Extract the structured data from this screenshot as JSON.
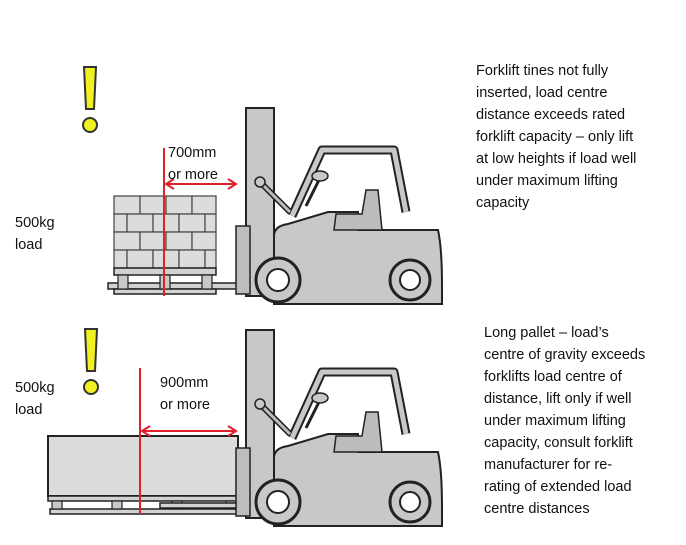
{
  "panels": [
    {
      "load_label": "500kg\nload",
      "distance_label": "700mm\nor more",
      "note": "Forklift tines not fully\ninserted, load centre\ndistance exceeds rated\nforklift capacity – only lift\nat low heights if load well\nunder maximum lifting\ncapacity"
    },
    {
      "load_label": "500kg\nload",
      "distance_label": "900mm\nor more",
      "note": "Long pallet – load’s\ncentre of gravity exceeds\nforklifts load centre of\ndistance, lift only if well\nunder maximum lifting\ncapacity, consult forklift\nmanufacturer for re-\nrating of extended load\ncentre distances"
    }
  ],
  "colors": {
    "warning": "#f0f022",
    "dimension_line": "#e0202a",
    "body": "#c8c8c8",
    "outline": "#222222"
  },
  "icons": [
    "warning-exclamation-icon",
    "forklift-icon",
    "brick-load-icon",
    "long-pallet-icon"
  ]
}
